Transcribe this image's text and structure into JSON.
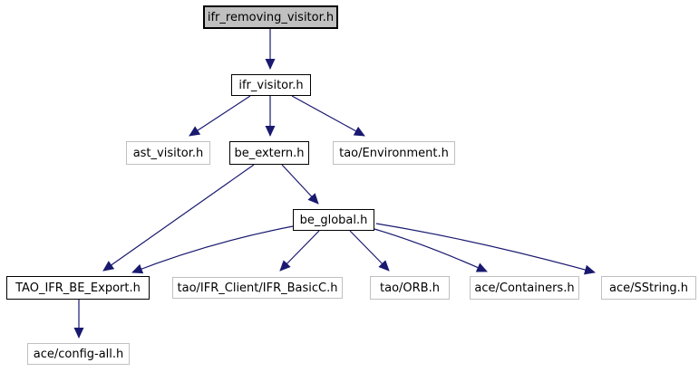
{
  "graph": {
    "kind": "include-dependency-graph",
    "background_color": "#ffffff",
    "edge_color": "#191970",
    "node_fill": "#ffffff",
    "root_node_fill": "#c0c0c0",
    "documented_border_color": "#000000",
    "undocumented_border_color": "#c0c0c0",
    "text_color": "#000000",
    "nodes": [
      {
        "label": "ifr_removing_visitor.h",
        "role": "root",
        "documented": true
      },
      {
        "label": "ifr_visitor.h",
        "role": "include",
        "documented": true
      },
      {
        "label": "ast_visitor.h",
        "role": "include",
        "documented": false
      },
      {
        "label": "be_extern.h",
        "role": "include",
        "documented": true
      },
      {
        "label": "tao/Environment.h",
        "role": "include",
        "documented": false
      },
      {
        "label": "be_global.h",
        "role": "include",
        "documented": true
      },
      {
        "label": "TAO_IFR_BE_Export.h",
        "role": "include",
        "documented": true
      },
      {
        "label": "tao/IFR_Client/IFR_BasicC.h",
        "role": "include",
        "documented": false
      },
      {
        "label": "tao/ORB.h",
        "role": "include",
        "documented": false
      },
      {
        "label": "ace/Containers.h",
        "role": "include",
        "documented": false
      },
      {
        "label": "ace/SString.h",
        "role": "include",
        "documented": false
      },
      {
        "label": "ace/config-all.h",
        "role": "include",
        "documented": false
      }
    ],
    "edges": [
      {
        "from": "ifr_removing_visitor.h",
        "to": "ifr_visitor.h"
      },
      {
        "from": "ifr_visitor.h",
        "to": "ast_visitor.h"
      },
      {
        "from": "ifr_visitor.h",
        "to": "be_extern.h"
      },
      {
        "from": "ifr_visitor.h",
        "to": "tao/Environment.h"
      },
      {
        "from": "be_extern.h",
        "to": "TAO_IFR_BE_Export.h"
      },
      {
        "from": "be_extern.h",
        "to": "be_global.h"
      },
      {
        "from": "be_global.h",
        "to": "TAO_IFR_BE_Export.h"
      },
      {
        "from": "be_global.h",
        "to": "tao/IFR_Client/IFR_BasicC.h"
      },
      {
        "from": "be_global.h",
        "to": "tao/ORB.h"
      },
      {
        "from": "be_global.h",
        "to": "ace/Containers.h"
      },
      {
        "from": "be_global.h",
        "to": "ace/SString.h"
      },
      {
        "from": "TAO_IFR_BE_Export.h",
        "to": "ace/config-all.h"
      }
    ]
  }
}
